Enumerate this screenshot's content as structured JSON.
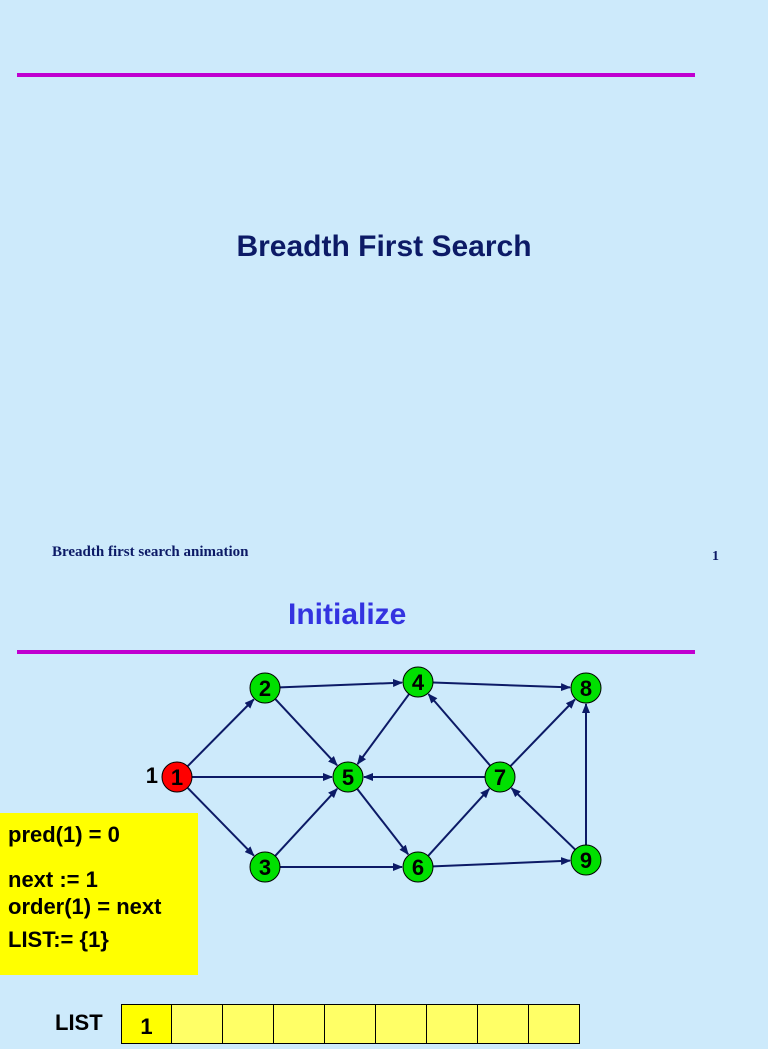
{
  "slide": {
    "title": "Breadth First Search",
    "footer_text": "Breadth first search animation",
    "page_number": "1"
  },
  "step": {
    "title": "Initialize"
  },
  "colors": {
    "background": "#cdeafb",
    "rule": "#c000d0",
    "start_node": "#ff0000",
    "node": "#00e000",
    "edge": "#0c1a66",
    "info_box": "#ffff00"
  },
  "graph": {
    "nodes": [
      {
        "id": "1",
        "label": "1",
        "state": "start",
        "order_label": "1"
      },
      {
        "id": "2",
        "label": "2",
        "state": "unvisited"
      },
      {
        "id": "3",
        "label": "3",
        "state": "unvisited"
      },
      {
        "id": "4",
        "label": "4",
        "state": "unvisited"
      },
      {
        "id": "5",
        "label": "5",
        "state": "unvisited"
      },
      {
        "id": "6",
        "label": "6",
        "state": "unvisited"
      },
      {
        "id": "7",
        "label": "7",
        "state": "unvisited"
      },
      {
        "id": "8",
        "label": "8",
        "state": "unvisited"
      },
      {
        "id": "9",
        "label": "9",
        "state": "unvisited"
      }
    ],
    "edges": [
      {
        "from": "1",
        "to": "2"
      },
      {
        "from": "1",
        "to": "5"
      },
      {
        "from": "1",
        "to": "3"
      },
      {
        "from": "2",
        "to": "4"
      },
      {
        "from": "2",
        "to": "5"
      },
      {
        "from": "3",
        "to": "5"
      },
      {
        "from": "3",
        "to": "6"
      },
      {
        "from": "4",
        "to": "8"
      },
      {
        "from": "4",
        "to": "5"
      },
      {
        "from": "5",
        "to": "6"
      },
      {
        "from": "7",
        "to": "5"
      },
      {
        "from": "7",
        "to": "4"
      },
      {
        "from": "7",
        "to": "8"
      },
      {
        "from": "6",
        "to": "7"
      },
      {
        "from": "6",
        "to": "9"
      },
      {
        "from": "9",
        "to": "7"
      },
      {
        "from": "9",
        "to": "8"
      }
    ]
  },
  "info": {
    "lines": [
      "pred(1) = 0",
      "next := 1",
      "order(1) = next",
      "LIST:= {1}"
    ]
  },
  "list": {
    "label": "LIST",
    "cells": [
      "1",
      "",
      "",
      "",
      "",
      "",
      "",
      "",
      ""
    ]
  }
}
